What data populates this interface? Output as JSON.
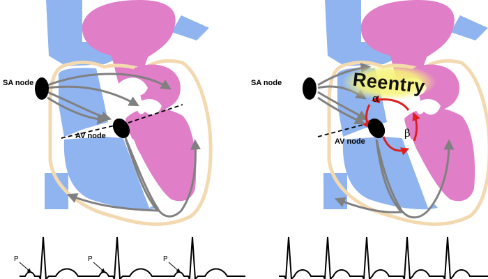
{
  "left_panel": {
    "sa_label": "SA node",
    "av_label": "AV node",
    "p_labels": [
      "P",
      "P",
      "P"
    ]
  },
  "right_panel": {
    "sa_label": "SA node",
    "av_label": "AV node",
    "reentry_label": "Reentry",
    "alpha_label": "α",
    "beta_label": "β"
  },
  "colors": {
    "atria_blue": "#8fb4f0",
    "ventricle_pink": "#e07ec8",
    "heart_outline": "#f3d9b0",
    "node_black": "#000000",
    "pathway_gray": "#808080",
    "reentry_red": "#dd1f1f",
    "reentry_glow": "#f6f37a"
  }
}
